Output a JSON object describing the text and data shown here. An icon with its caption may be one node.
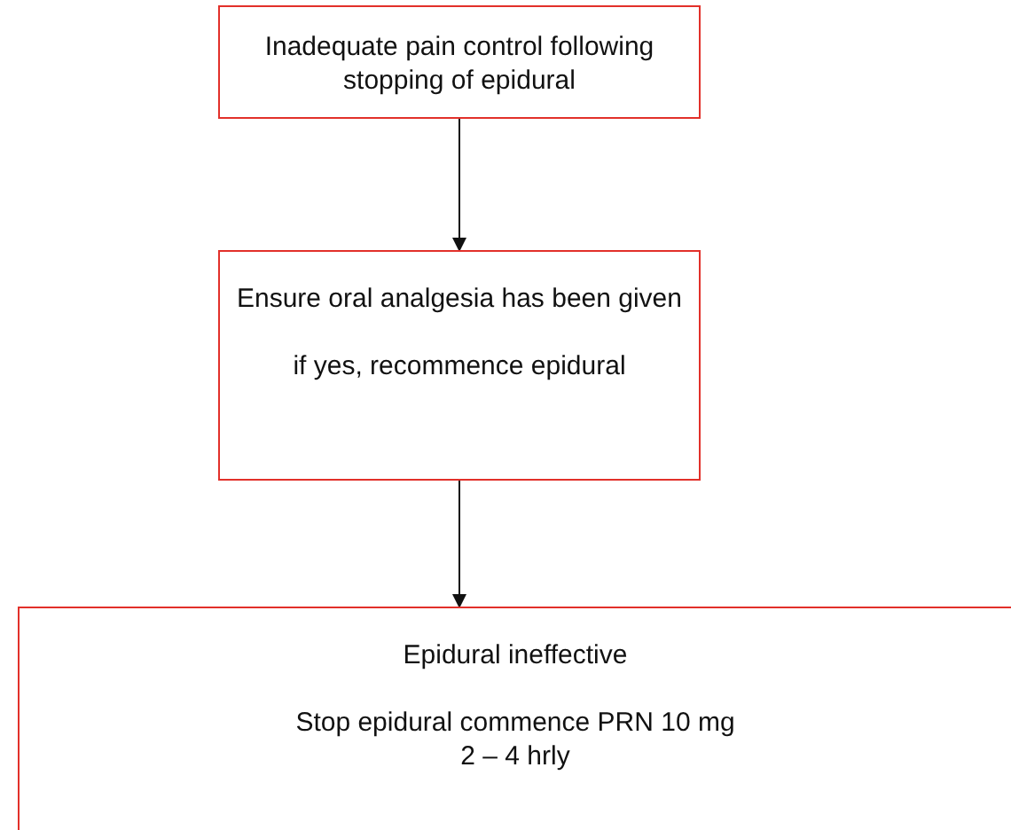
{
  "diagram": {
    "nodes": [
      {
        "text": [
          "Inadequate pain control following stopping of epidural"
        ]
      },
      {
        "text": [
          "Ensure oral analgesia has been given",
          "if yes, recommence epidural"
        ]
      },
      {
        "text": [
          "Epidural ineffective",
          "Stop epidural commence PRN 10 mg 2 – 4 hrly"
        ]
      }
    ],
    "edges": [
      {
        "from": 0,
        "to": 1,
        "arrow": "to"
      },
      {
        "from": 1,
        "to": 2,
        "arrow": "to"
      }
    ]
  }
}
